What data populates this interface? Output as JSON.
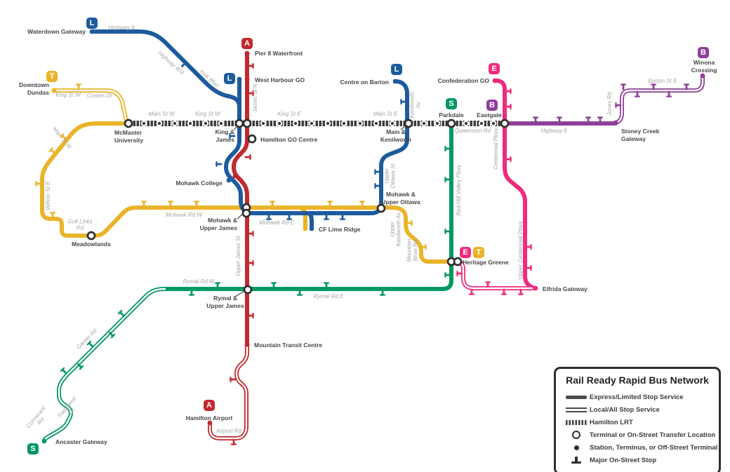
{
  "legend": {
    "title": "Rail Ready Rapid Bus Network",
    "items": [
      {
        "key": "express",
        "label": "Express/Limited Stop Service"
      },
      {
        "key": "local",
        "label": "Local/All Stop Service"
      },
      {
        "key": "lrt",
        "label": "Hamilton LRT"
      },
      {
        "key": "transfer",
        "label": "Terminal or On-Street Transfer Location"
      },
      {
        "key": "station",
        "label": "Station, Terminus, or Off-Street Terminal"
      },
      {
        "key": "major_stop",
        "label": "Major On-Street Stop"
      }
    ]
  },
  "lines": {
    "L": {
      "letter": "L",
      "color": "#1d5b9d"
    },
    "T": {
      "letter": "T",
      "color": "#eab429"
    },
    "A": {
      "letter": "A",
      "color": "#c2292f"
    },
    "S": {
      "letter": "S",
      "color": "#009861"
    },
    "E": {
      "letter": "E",
      "color": "#ee2b7d"
    },
    "B": {
      "letter": "B",
      "color": "#8f3f98"
    },
    "LRT": {
      "name": "Hamilton LRT",
      "color": "#3d3d3d"
    }
  },
  "stations": {
    "waterdown_gateway": "Waterdown Gateway",
    "downtown_dundas": [
      "Downtown",
      "Dundas"
    ],
    "mcmaster_university": [
      "McMaster",
      "University"
    ],
    "king_and_james": [
      "King &",
      "James"
    ],
    "hamilton_go_centre": "Hamilton GO Centre",
    "pier_8_waterfront": "Pier 8 Waterfront",
    "west_harbour_go": "West Harbour GO",
    "centre_on_barton": "Centre on Barton",
    "main_and_kenilworth": [
      "Main &",
      "Kenilworth"
    ],
    "parkdale": "Parkdale",
    "eastgate": "Eastgate",
    "confederation_go": "Confederation GO",
    "winona_crossing": [
      "Winona",
      "Crossing"
    ],
    "stoney_creek_gateway": [
      "Stoney Creek",
      "Gateway"
    ],
    "mohawk_college": "Mohawk College",
    "mohawk_and_upper_james": [
      "Mohawk &",
      "Upper James"
    ],
    "cf_lime_ridge": "CF Lime Ridge",
    "mohawk_and_upper_ottawa": [
      "Mohawk &",
      "Upper Ottawa"
    ],
    "meadowlands": "Meadowlands",
    "heritage_greene": "Heritage Greene",
    "elfrida_gateway": "Elfrida Gateway",
    "rymal_and_upper_james": [
      "Rymal &",
      "Upper James"
    ],
    "mountain_transit_centre": "Mountain Transit Centre",
    "hamilton_airport": "Hamilton Airport",
    "ancaster_gateway": "Ancaster Gateway"
  },
  "streets": {
    "highway_6": "Highway 6",
    "highway_403": "Highway 403",
    "york_blvd": "York Blvd",
    "king_st_w": "King St W",
    "cootes_dr": "Cootes Dr",
    "main_st_w": "Main St W",
    "king_st_e": "King St E",
    "main_st_e": "Main St E",
    "queenston_rd": "Queenston Rd",
    "wilson_st_e": "Wilson St E",
    "golf_links_rd": [
      "Golf Links",
      "Rd"
    ],
    "mohawk_rd_w": "Mohawk Rd W",
    "mohawk_rd_e": "Mohawk Rd E",
    "upper_james_st": "Upper James St",
    "rymal_rd_w": "Rymal Rd W",
    "rymal_rd_e": "Rymal Rd E",
    "garner_rd": "Garner Rd",
    "tradewind_dr": [
      "Tradewind",
      "Dr"
    ],
    "cormorant_rd": [
      "Cormorant",
      "Rd"
    ],
    "red_hill_valley_pkwy": "Red Hill Valley Pkwy",
    "centennial_pkwy": "Centennial Pkwy",
    "upper_centennial_pkwy": "Upper Centennial Pkwy",
    "highway_8": "Highway 8",
    "barton_st_e": "Barton St E",
    "jones_rd": "Jones Rd",
    "airport_rd": "Airport Rd",
    "kenilworth_av": [
      "Kenilworth",
      "Av"
    ],
    "upper_ottawa_st": [
      "Upper",
      "Ottawa St"
    ],
    "upper_kenilworth_av": [
      "Upper",
      "Kenilworth Av"
    ],
    "mountain_brow_rd": [
      "Mountain",
      "Brow Rd"
    ],
    "james_st_n": "James St N"
  }
}
